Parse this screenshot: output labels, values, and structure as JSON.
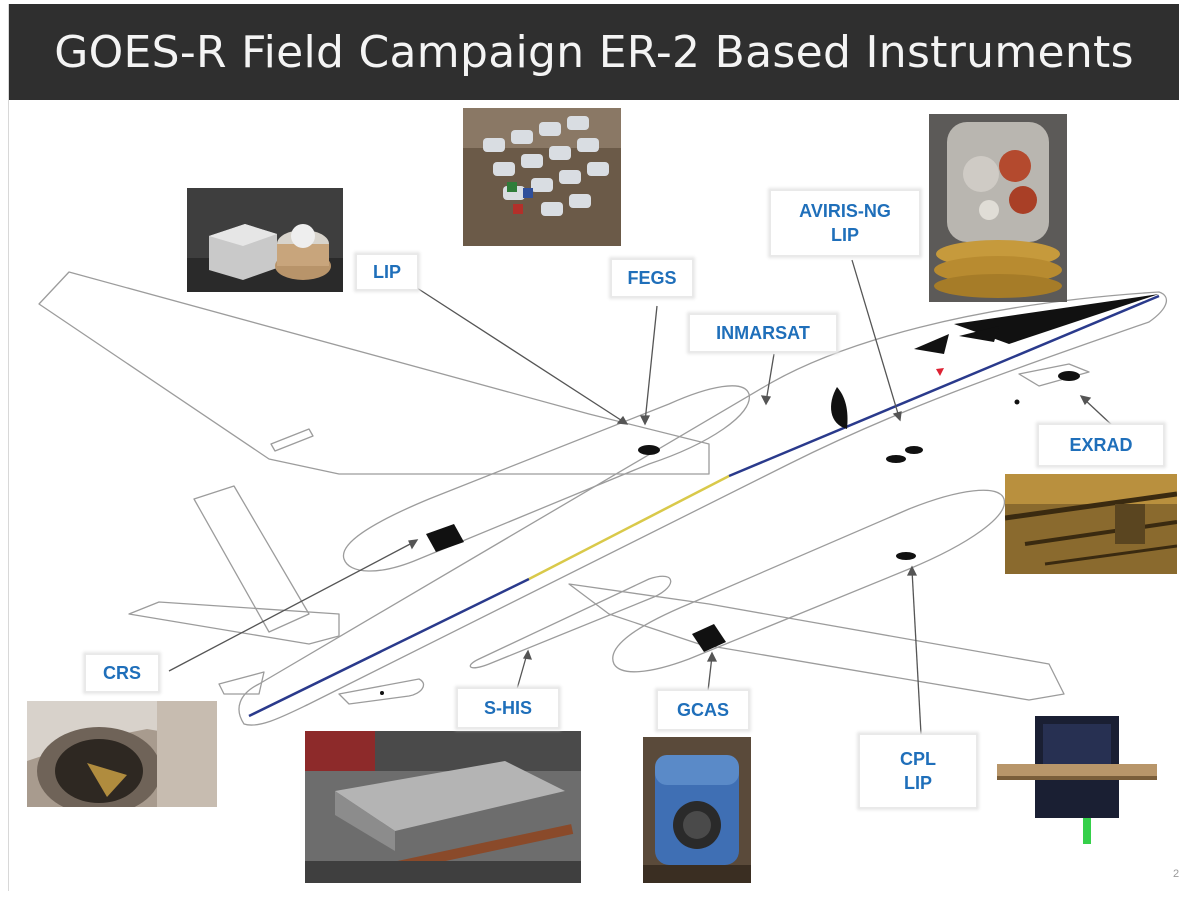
{
  "title": "GOES-R Field Campaign ER-2 Based Instruments",
  "labels": {
    "lip_left": "LIP",
    "fegs": "FEGS",
    "inmarsat": "INMARSAT",
    "aviris_ng": "AVIRIS-NG",
    "aviris_lip": "LIP",
    "exrad": "EXRAD",
    "crs": "CRS",
    "s_his": "S-HIS",
    "gcas": "GCAS",
    "cpl": "CPL",
    "cpl_lip": "LIP"
  },
  "page_number": "2",
  "colors": {
    "title_bar": "#2f2f2f",
    "label_text": "#1f6fba",
    "fuselage_stripe_blue": "#2a3a8c",
    "fuselage_stripe_yellow": "#d9c94a"
  }
}
